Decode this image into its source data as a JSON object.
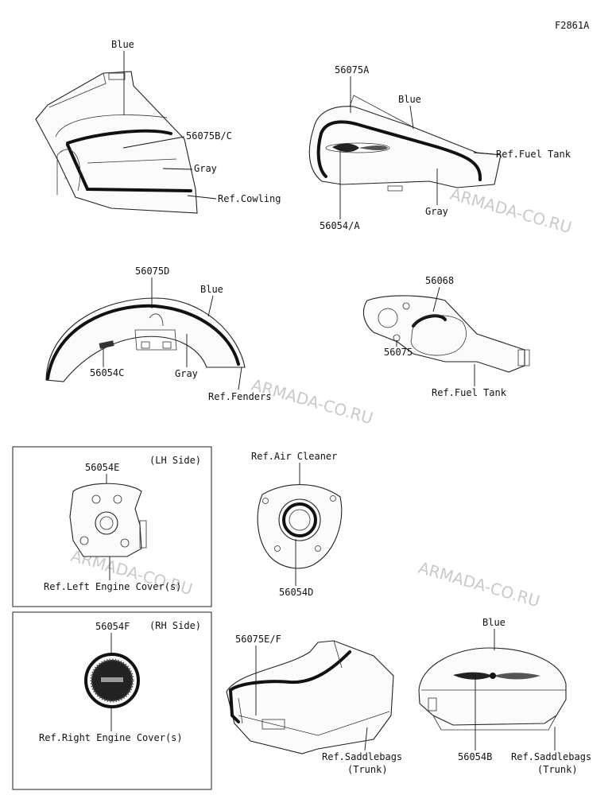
{
  "diagram_code": "F2861A",
  "watermark": "ARMADA-CO.RU",
  "labels": {
    "cowl_color_top": "Blue",
    "cowl_part": "56075B/C",
    "cowl_color_lower": "Gray",
    "cowl_ref": "Ref.Cowling",
    "tank_part": "56075A",
    "tank_color_top": "Blue",
    "tank_ref": "Ref.Fuel Tank",
    "tank_emblem": "56054/A",
    "tank_color_lower": "Gray",
    "fender_part": "56075D",
    "fender_color_top": "Blue",
    "fender_emblem": "56054C",
    "fender_color_lower": "Gray",
    "fender_ref": "Ref.Fenders",
    "tank_side_part": "56068",
    "tank_side_part2": "56075",
    "tank_side_ref": "Ref.Fuel Tank",
    "lh_part": "56054E",
    "lh_side": "(LH Side)",
    "lh_ref": "Ref.Left Engine Cover(s)",
    "air_ref": "Ref.Air Cleaner",
    "air_part": "56054D",
    "rh_part": "56054F",
    "rh_side": "(RH Side)",
    "rh_ref": "Ref.Right Engine Cover(s)",
    "bag_part": "56075E/F",
    "bag_ref_line1": "Ref.Saddlebags",
    "bag_ref_line2": "(Trunk)",
    "trunk_color": "Blue",
    "trunk_emblem": "56054B",
    "trunk_ref_line1": "Ref.Saddlebags",
    "trunk_ref_line2": "(Trunk)"
  }
}
